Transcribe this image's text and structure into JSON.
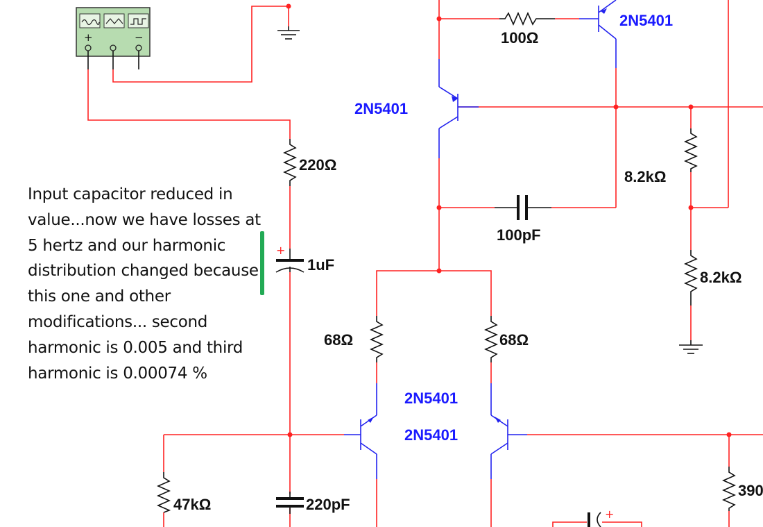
{
  "note": {
    "text": "Input capacitor reduced in value...now we have losses at 5 hertz and our harmonic distribution changed because this one and other modifications... second harmonic is 0.005 and third harmonic is 0.00074 %"
  },
  "components": {
    "r_feedback_100": "100Ω",
    "q_top_right": "2N5401",
    "q_top_left": "2N5401",
    "r_input_220": "220Ω",
    "r_div_top": "8.2kΩ",
    "c_comp_100p": "100pF",
    "c_input_1u": "1uF",
    "r_div_bottom": "8.2kΩ",
    "r_emit_left": "68Ω",
    "r_emit_right": "68Ω",
    "q_diff_upper": "2N5401",
    "q_diff_lower": "2N5401",
    "r_bias_47k": "47kΩ",
    "c_input_220p": "220pF",
    "r_right_edge": "390"
  },
  "symbols": {
    "cap_polarity": "+",
    "gen_plus": "+",
    "gen_minus": "−"
  },
  "colors": {
    "wire": "#ff2222",
    "transistor": "#2222ee",
    "transistor_label": "#1a1aff",
    "generator_fill": "#b7dcb0",
    "marker": "#22aa55"
  }
}
